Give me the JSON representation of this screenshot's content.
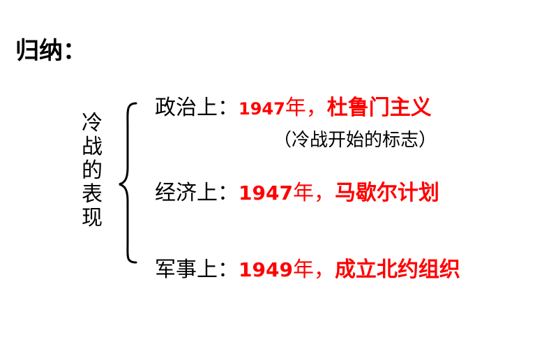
{
  "heading": "归纳：",
  "topic_chars": [
    "冷",
    "战",
    "的",
    "表",
    "现"
  ],
  "rows": [
    {
      "label": "政治上：",
      "year": "1947",
      "nian": "年，",
      "content": "杜鲁门主义"
    },
    {
      "label": "经济上：",
      "year": "1947",
      "nian": "年，",
      "content": "马歇尔计划"
    },
    {
      "label": "军事上：",
      "year": "1949",
      "nian": "年，",
      "content": "成立北约组织"
    }
  ],
  "note": "（冷战开始的标志）",
  "colors": {
    "highlight": "#ff0000",
    "text": "#000000",
    "background": "#ffffff"
  }
}
